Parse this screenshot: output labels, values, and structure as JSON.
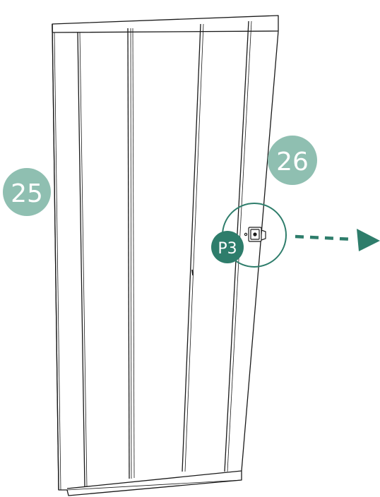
{
  "callouts": {
    "left_part": "25",
    "right_part": "26",
    "hardware": "P3"
  },
  "colors": {
    "badge_light": "#8fbfb1",
    "badge_dark": "#2e7d6b",
    "zoom_ring": "#2e7d6b",
    "arrow": "#2e7d6b",
    "line": "#1a1a1a"
  }
}
